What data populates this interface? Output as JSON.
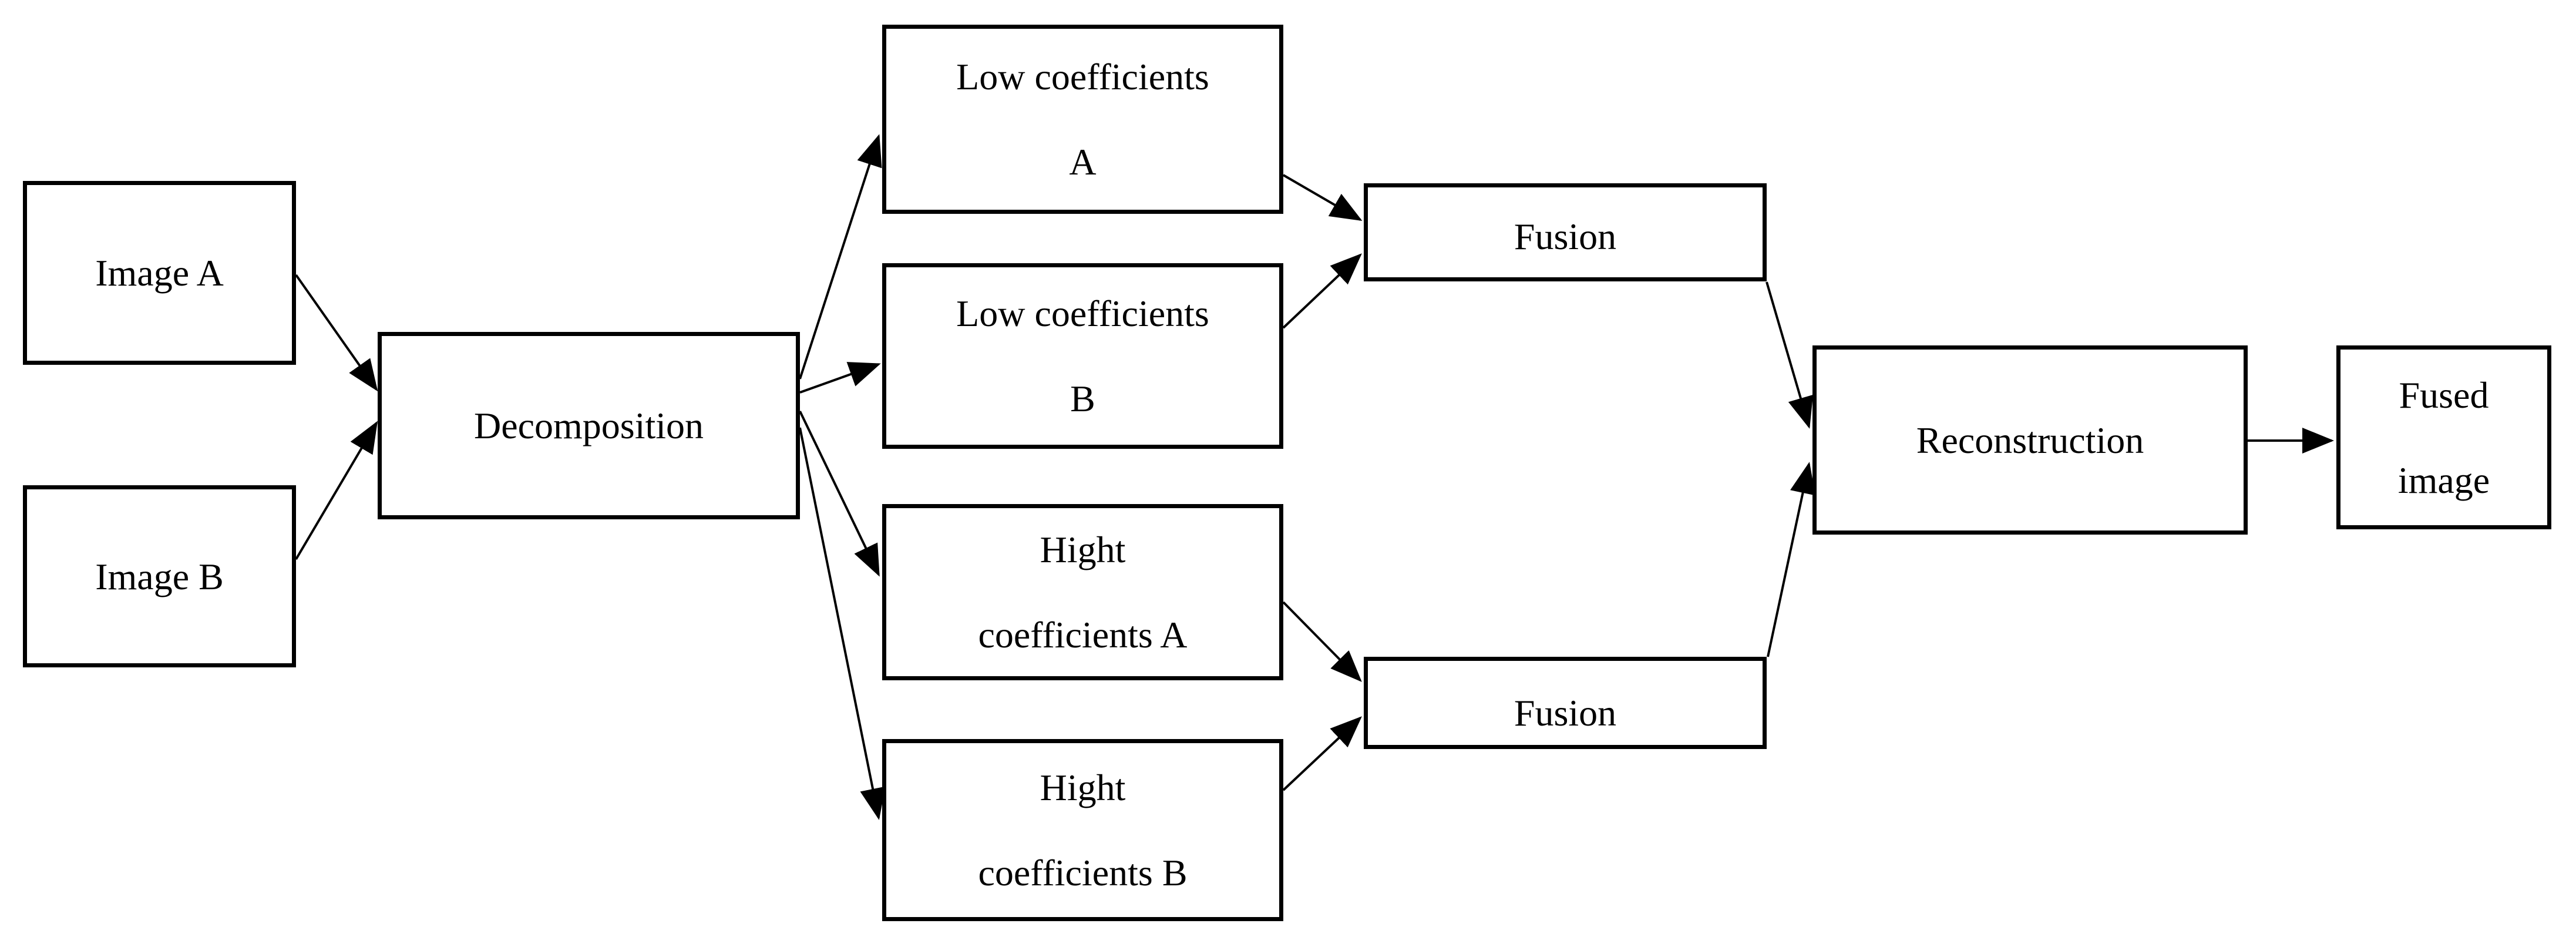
{
  "diagram": {
    "background_color": "#ffffff",
    "box_border_color": "#000000",
    "text_color": "#000000",
    "nodes": {
      "image_a": {
        "label": "Image A"
      },
      "image_b": {
        "label": "Image B"
      },
      "decomposition": {
        "label": "Decomposition"
      },
      "low_a": {
        "line1": "Low coefficients",
        "line2": "A"
      },
      "low_b": {
        "line1": "Low coefficients",
        "line2": "B"
      },
      "hight_a": {
        "line1": "Hight",
        "line2": "coefficients A"
      },
      "hight_b": {
        "line1": "Hight",
        "line2": "coefficients B"
      },
      "fusion_top": {
        "label": "Fusion"
      },
      "fusion_bottom": {
        "label": "Fusion"
      },
      "reconstruction": {
        "label": "Reconstruction"
      },
      "fused_image": {
        "line1": "Fused",
        "line2": "image"
      }
    },
    "edges": [
      {
        "from": "image_a",
        "to": "decomposition"
      },
      {
        "from": "image_b",
        "to": "decomposition"
      },
      {
        "from": "decomposition",
        "to": "low_a"
      },
      {
        "from": "decomposition",
        "to": "low_b"
      },
      {
        "from": "decomposition",
        "to": "hight_a"
      },
      {
        "from": "decomposition",
        "to": "hight_b"
      },
      {
        "from": "low_a",
        "to": "fusion_top"
      },
      {
        "from": "low_b",
        "to": "fusion_top"
      },
      {
        "from": "hight_a",
        "to": "fusion_bottom"
      },
      {
        "from": "hight_b",
        "to": "fusion_bottom"
      },
      {
        "from": "fusion_top",
        "to": "reconstruction"
      },
      {
        "from": "fusion_bottom",
        "to": "reconstruction"
      },
      {
        "from": "reconstruction",
        "to": "fused_image"
      }
    ]
  }
}
